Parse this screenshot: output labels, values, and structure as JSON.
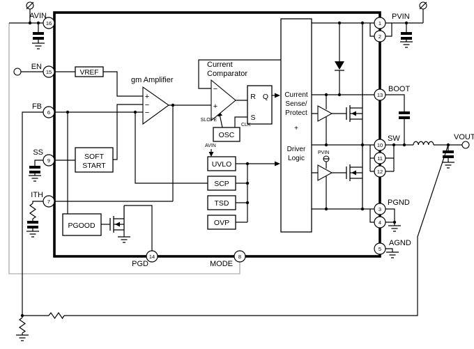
{
  "pins": {
    "avin": {
      "num": "16",
      "label": "AVIN"
    },
    "en": {
      "num": "15",
      "label": "EN"
    },
    "fb": {
      "num": "6",
      "label": "FB"
    },
    "ss": {
      "num": "9",
      "label": "SS"
    },
    "ith": {
      "num": "7",
      "label": "ITH"
    },
    "pgd": {
      "num": "14",
      "label": "PGD"
    },
    "mode": {
      "num": "8",
      "label": "MODE"
    },
    "pvin1": {
      "num": "1"
    },
    "pvin2": {
      "num": "2"
    },
    "pvin_label": "PVIN",
    "boot": {
      "num": "13",
      "label": "BOOT"
    },
    "sw1": {
      "num": "10"
    },
    "sw2": {
      "num": "11"
    },
    "sw3": {
      "num": "12"
    },
    "sw_label": "SW",
    "pgnd1": {
      "num": "3"
    },
    "pgnd2": {
      "num": "4"
    },
    "pgnd_label": "PGND",
    "agnd": {
      "num": "5",
      "label": "AGND"
    }
  },
  "blocks": {
    "vref": "VREF",
    "gm_amplifier": "gm Amplifier",
    "current_comparator_line1": "Current",
    "current_comparator_line2": "Comparator",
    "soft_start_line1": "SOFT",
    "soft_start_line2": "START",
    "osc": "OSC",
    "uvlo": "UVLO",
    "scp": "SCP",
    "tsd": "TSD",
    "ovp": "OVP",
    "pgood": "PGOOD",
    "driver_line1": "Current",
    "driver_line2": "Sense/",
    "driver_line3": "Protect",
    "driver_line4": "+",
    "driver_line5": "Driver",
    "driver_line6": "Logic"
  },
  "latch": {
    "r": "R",
    "q": "Q",
    "s": "S",
    "clk": "CLK"
  },
  "labels": {
    "slope": "SLOPE",
    "avin_supply": "AVIN",
    "pvin_supply": "PVIN",
    "vout": "VOUT",
    "plus": "+",
    "minus": "−"
  },
  "colors": {
    "wire": "#000000",
    "supply_wire_gray": "#9b9b9b"
  }
}
